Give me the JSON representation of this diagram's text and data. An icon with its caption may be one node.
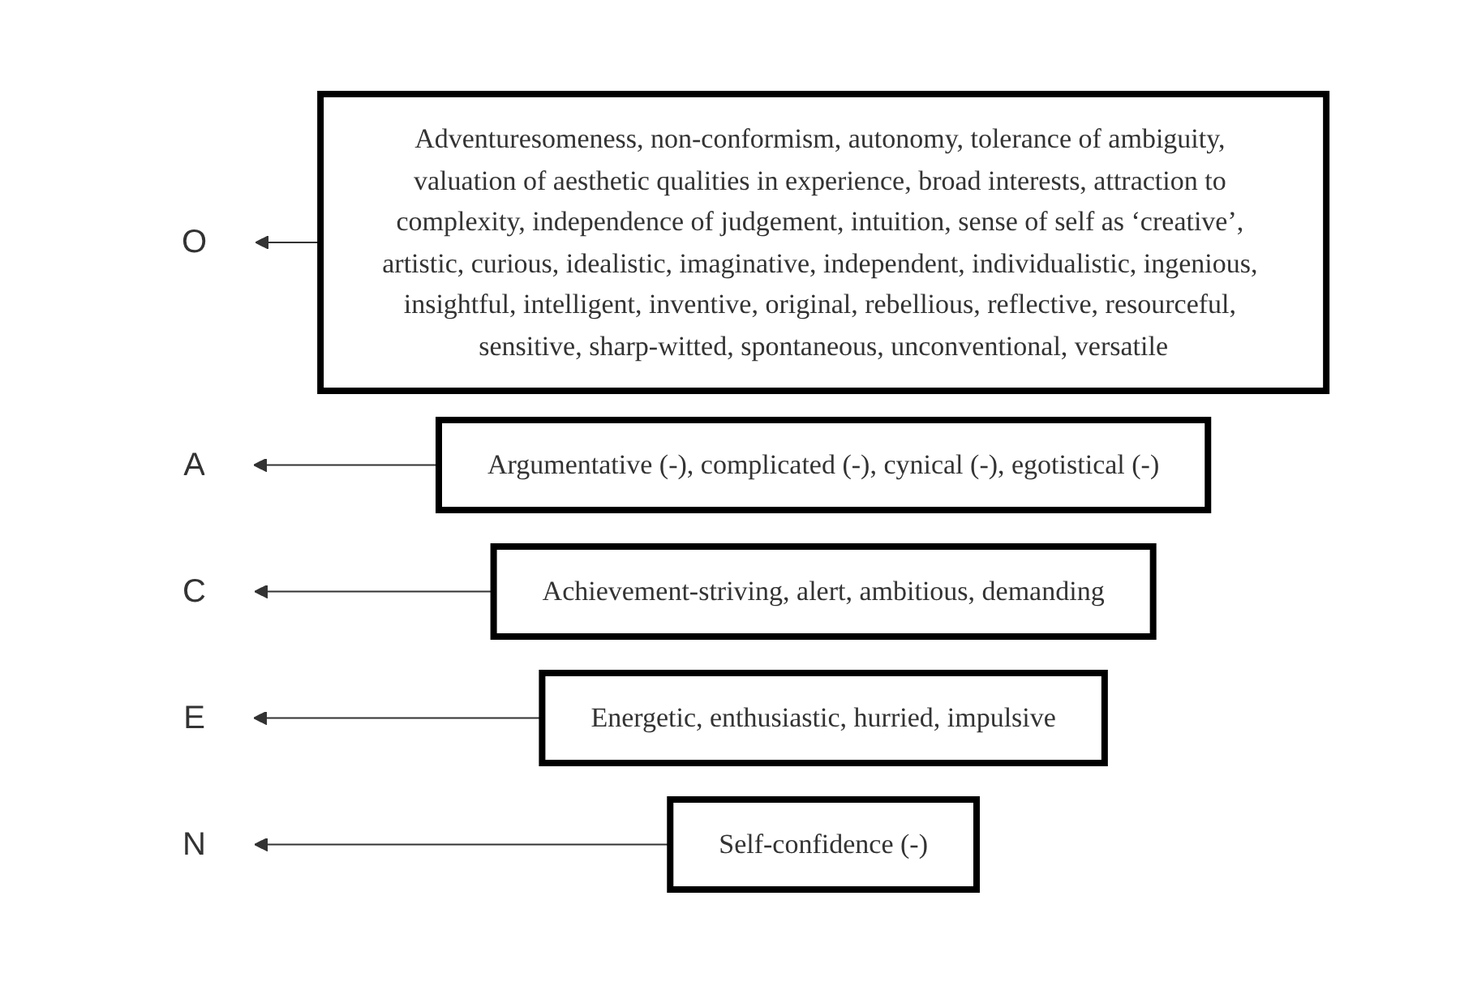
{
  "diagram": {
    "nodes": [
      {
        "text": [
          "O"
        ]
      },
      {
        "text": [
          "Adventuresomeness, non-conformism, autonomy, tolerance of ambiguity, valuation of aesthetic qualities in experience, broad interests, attraction to complexity, independence of judgement, intuition, sense of self as ‘creative’, artistic, curious, idealistic, imaginative, independent, individualistic, ingenious, insightful, intelligent, inventive, original, rebellious, reflective, resourceful, sensitive, sharp-witted, spontaneous, unconventional, versatile"
        ]
      },
      {
        "text": [
          "A"
        ]
      },
      {
        "text": [
          "Argumentative (-), complicated (-), cynical (-), egotistical (-)"
        ]
      },
      {
        "text": [
          "C"
        ]
      },
      {
        "text": [
          "Achievement-striving, alert, ambitious, demanding"
        ]
      },
      {
        "text": [
          "E"
        ]
      },
      {
        "text": [
          "Energetic, enthusiastic, hurried, impulsive"
        ]
      },
      {
        "text": [
          "N"
        ]
      },
      {
        "text": [
          "Self-confidence (-)"
        ]
      }
    ],
    "edges": [
      {
        "from": 1,
        "to": 0,
        "arrow": "to"
      },
      {
        "from": 3,
        "to": 2,
        "arrow": "to"
      },
      {
        "from": 5,
        "to": 4,
        "arrow": "to"
      },
      {
        "from": 7,
        "to": 6,
        "arrow": "to"
      },
      {
        "from": 9,
        "to": 8,
        "arrow": "to"
      }
    ]
  }
}
